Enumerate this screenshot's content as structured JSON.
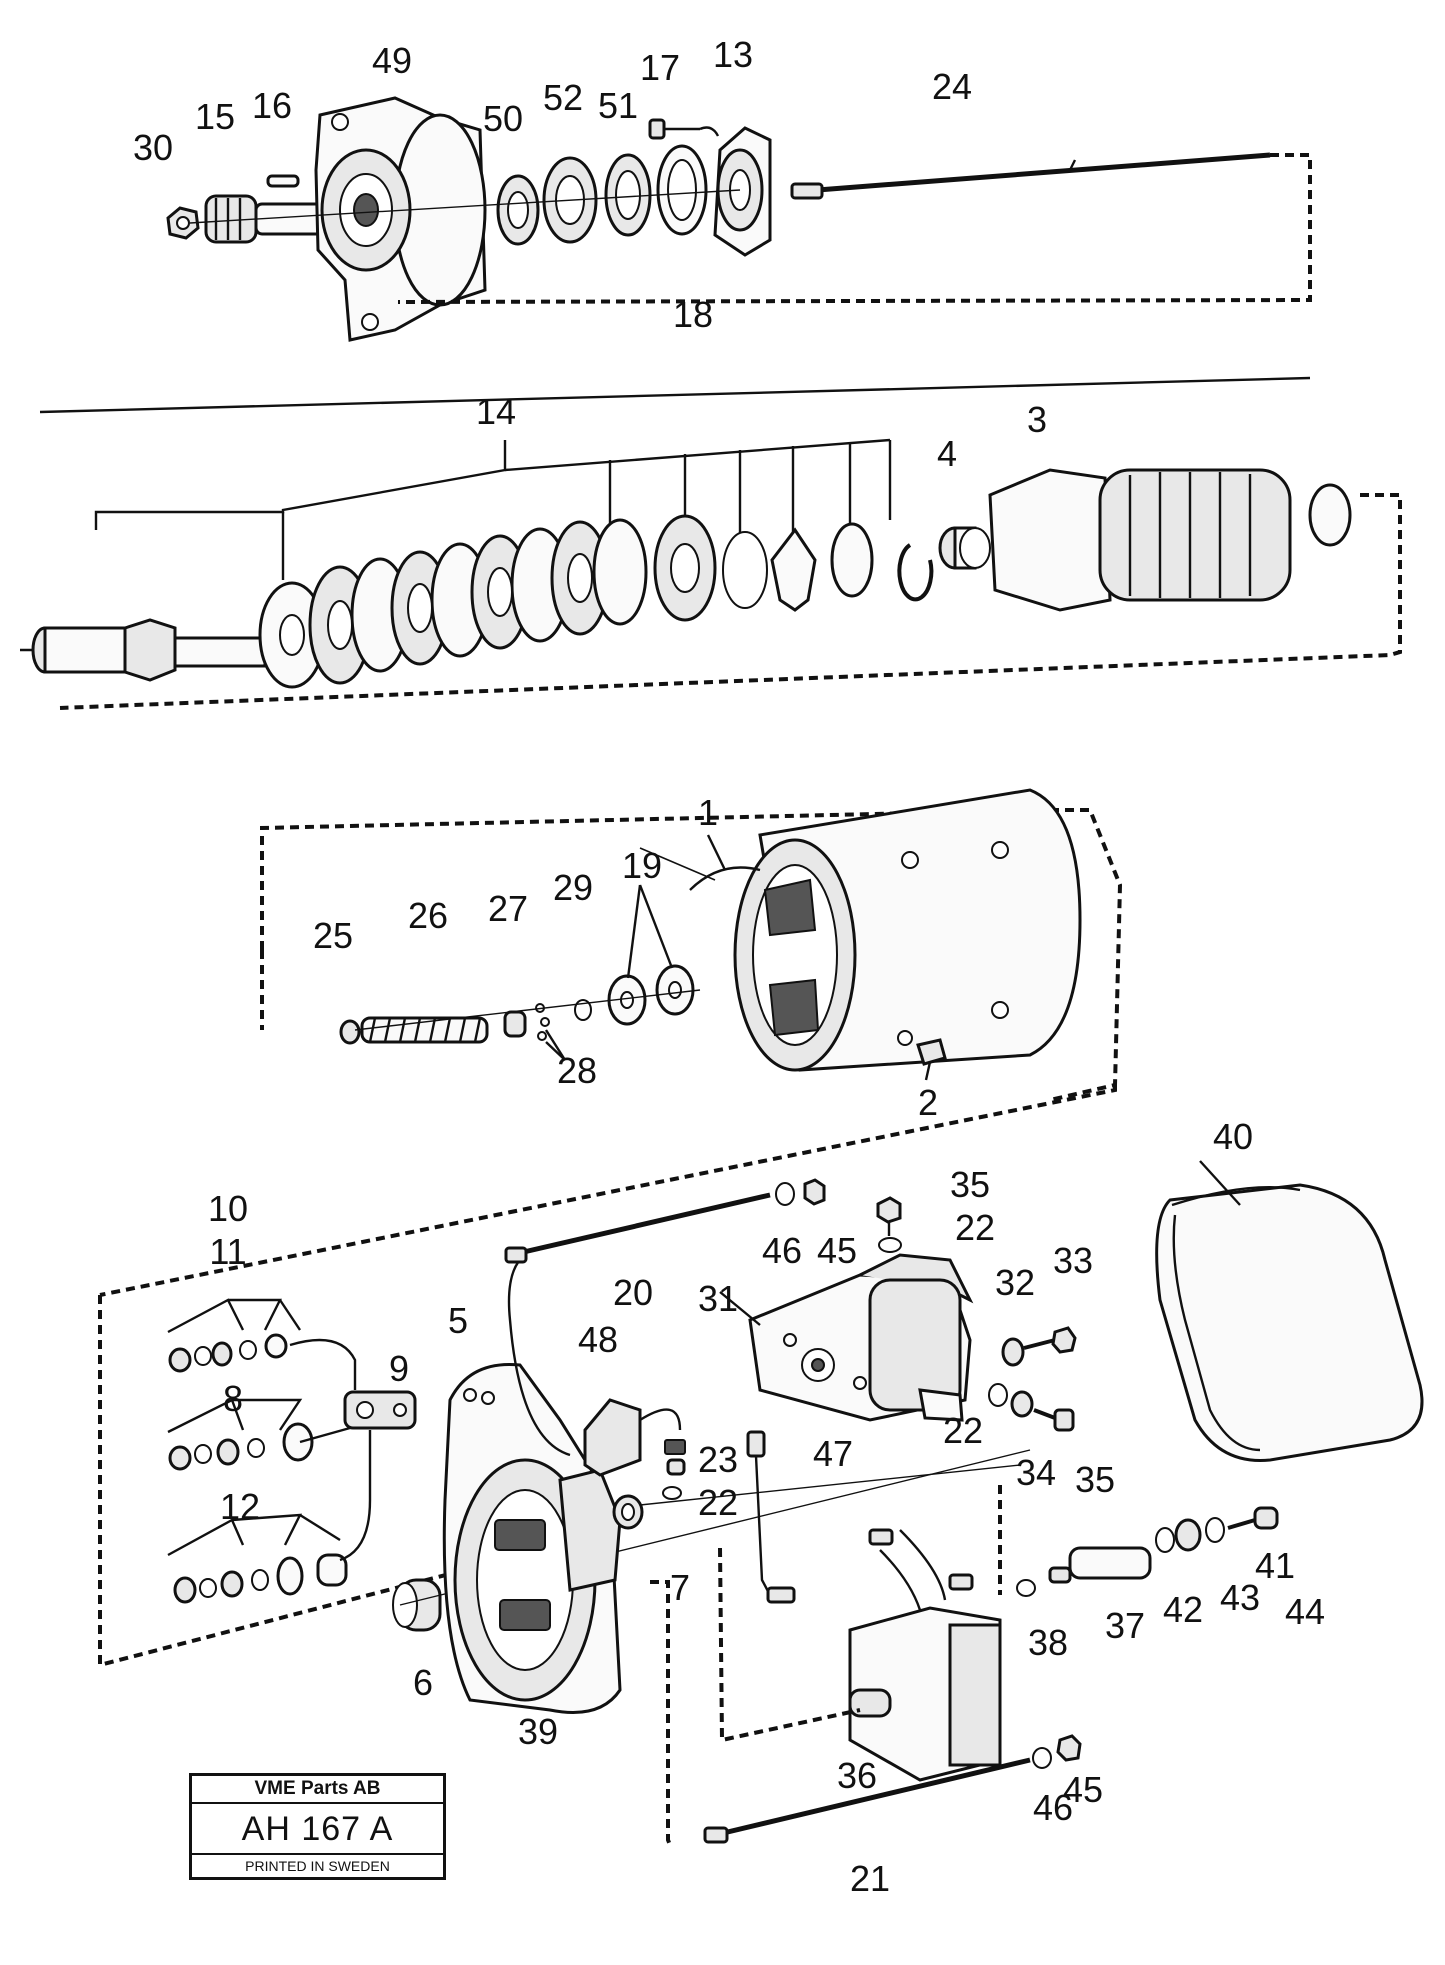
{
  "labels": {
    "l1": "1",
    "l2": "2",
    "l3": "3",
    "l4": "4",
    "l5": "5",
    "l6": "6",
    "l7": "7",
    "l8": "8",
    "l9": "9",
    "l10": "10",
    "l11": "11",
    "l12": "12",
    "l13": "13",
    "l14": "14",
    "l15": "15",
    "l16": "16",
    "l17": "17",
    "l18": "18",
    "l19": "19",
    "l20": "20",
    "l21": "21",
    "l22a": "22",
    "l22b": "22",
    "l22c": "22",
    "l23": "23",
    "l24": "24",
    "l25": "25",
    "l26": "26",
    "l27": "27",
    "l28": "28",
    "l29": "29",
    "l30": "30",
    "l31": "31",
    "l32": "32",
    "l33": "33",
    "l34": "34",
    "l35a": "35",
    "l35b": "35",
    "l36": "36",
    "l37": "37",
    "l38": "38",
    "l39": "39",
    "l40": "40",
    "l41": "41",
    "l42": "42",
    "l43": "43",
    "l44": "44",
    "l45a": "45",
    "l45b": "45",
    "l46a": "46",
    "l46b": "46",
    "l47": "47",
    "l48": "48",
    "l49": "49",
    "l50": "50",
    "l51": "51",
    "l52": "52"
  },
  "stamp": {
    "company": "VME Parts AB",
    "code": "AH 167 A",
    "printed": "PRINTED IN SWEDEN"
  }
}
